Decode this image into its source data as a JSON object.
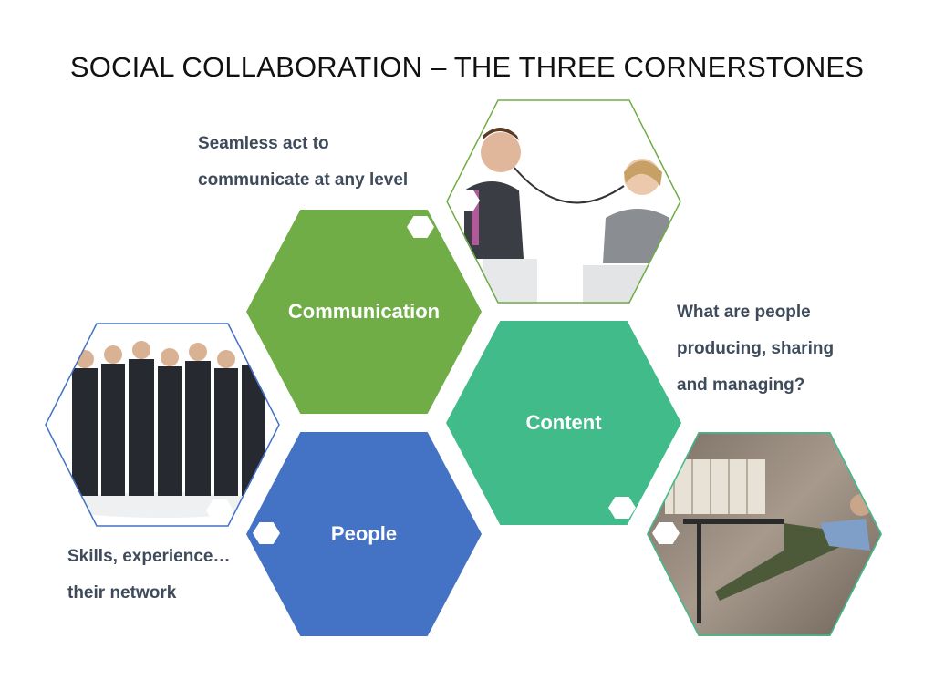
{
  "title": "SOCIAL COLLABORATION – THE THREE CORNERSTONES",
  "cornerstones": [
    {
      "label": "Communication",
      "color": "#70ad47"
    },
    {
      "label": "Content",
      "color": "#42bb8a"
    },
    {
      "label": "People",
      "color": "#4472c4"
    }
  ],
  "notes": {
    "communication": [
      "Seamless act to",
      "communicate at any level"
    ],
    "content": [
      "What are people",
      "producing, sharing",
      "and managing?"
    ],
    "people": [
      "Skills, experience…",
      "their network"
    ]
  }
}
